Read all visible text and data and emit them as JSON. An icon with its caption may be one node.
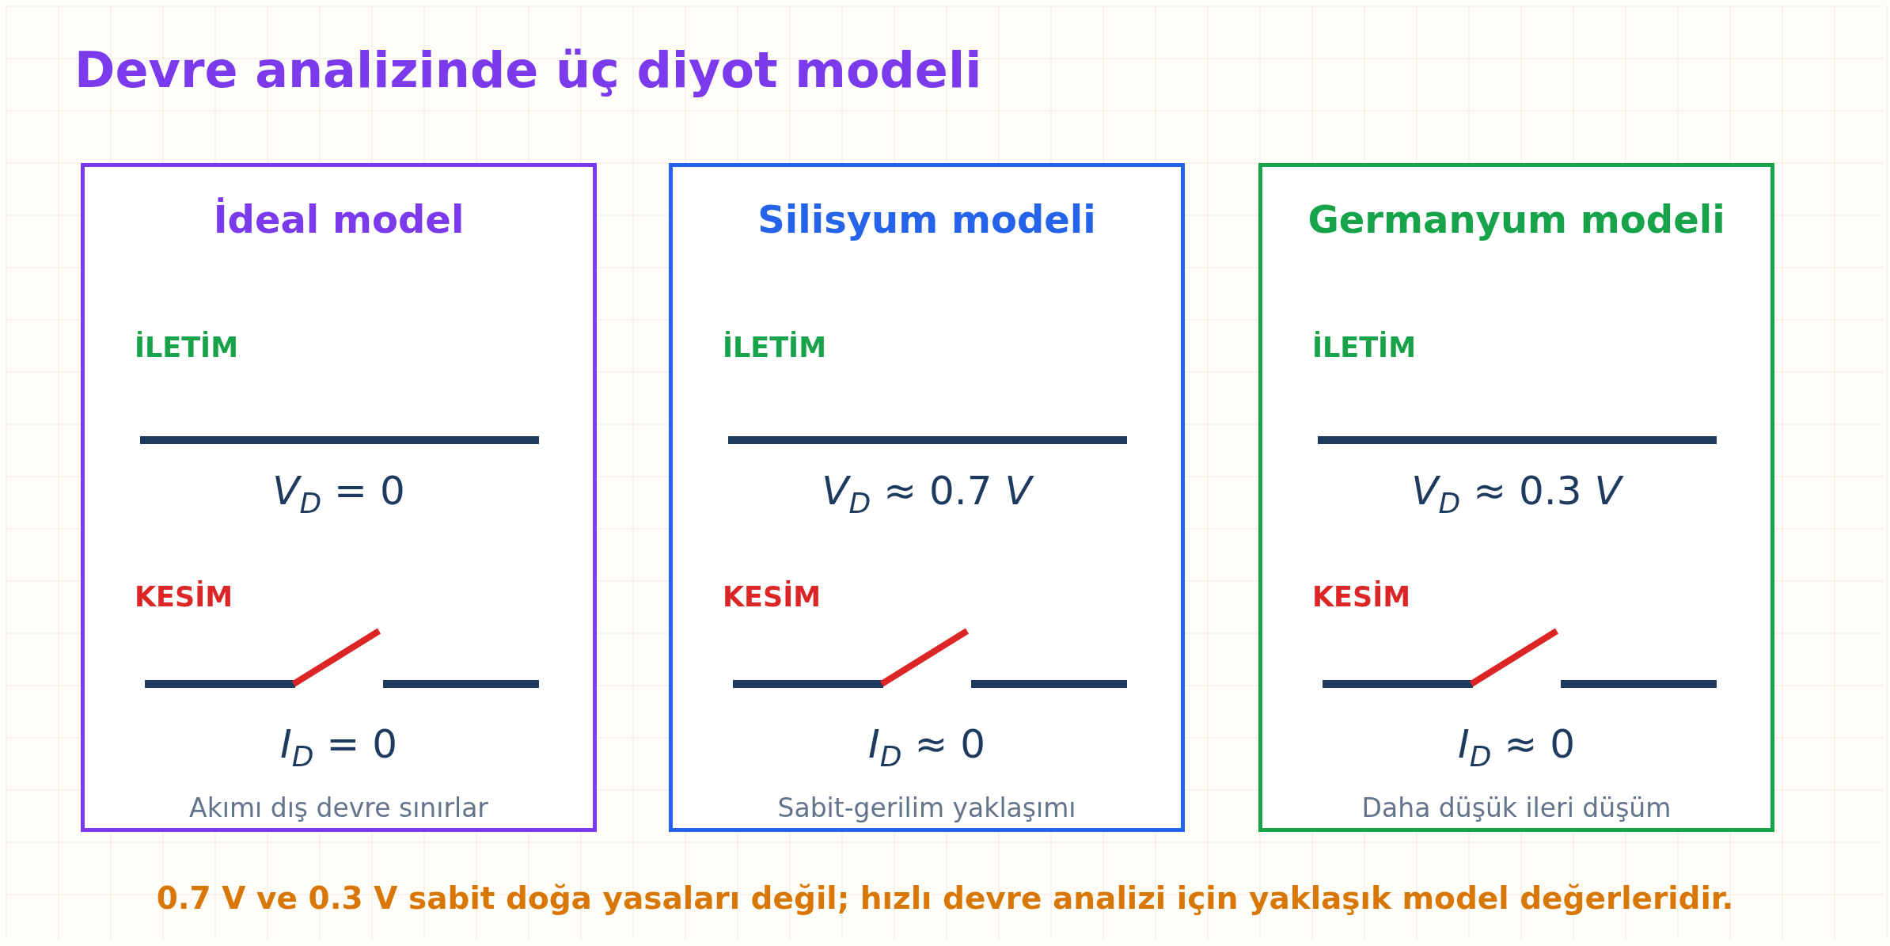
{
  "diagram": {
    "title": "Devre analizinde üç diyot modeli",
    "nodes": [
      {
        "text": [
          "İdeal model",
          "İLETİM",
          "*V*$_{D}$ = 0",
          "KESİM",
          "*I*$_{D}$ = 0",
          "Akımı dış devre sınırlar"
        ]
      },
      {
        "text": [
          "Silisyum modeli",
          "İLETİM",
          "*V*$_{D}$ ≈ 0.7 *V*",
          "KESİM",
          "*I*$_{D}$ ≈ 0",
          "Sabit-gerilim yaklaşımı"
        ]
      },
      {
        "text": [
          "Germanyum modeli",
          "İLETİM",
          "*V*$_{D}$ ≈ 0.3 *V*",
          "KESİM",
          "*I*$_{D}$ ≈ 0",
          "Daha düşük ileri düşüm"
        ]
      }
    ],
    "caption": "0.7 V ve 0.3 V sabit doğa yasaları değil; hızlı devre analizi için yaklaşık model değerleridir."
  }
}
